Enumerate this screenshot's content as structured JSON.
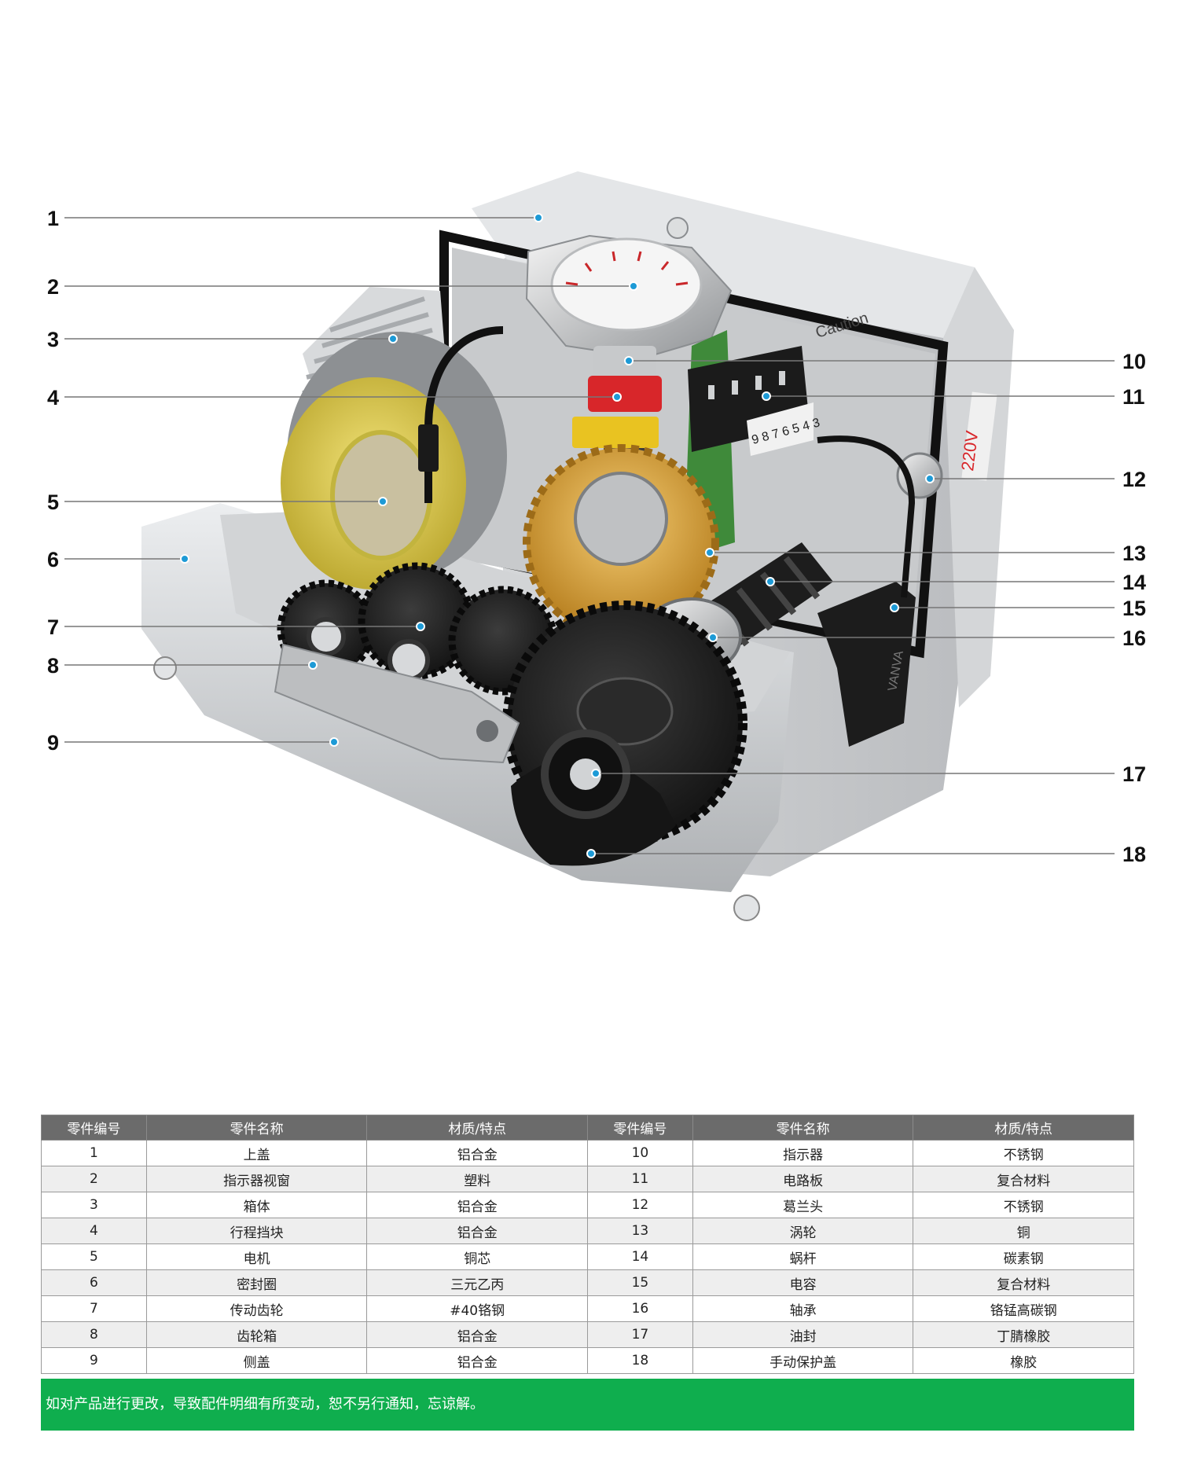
{
  "diagram": {
    "brand_text": "VANVA",
    "terminal_digits": "9 8 7 6 5 4 3",
    "caution_text": "Caution",
    "voltage_text": "220V",
    "callouts_left": [
      "1",
      "2",
      "3",
      "4",
      "5",
      "6",
      "7",
      "8",
      "9"
    ],
    "callouts_right": [
      "10",
      "11",
      "12",
      "13",
      "14",
      "15",
      "16",
      "17",
      "18"
    ],
    "colors": {
      "housing": "#c9cbcd",
      "gear_black": "#1e1e1e",
      "worm_gear_brass": "#d9a43a",
      "motor_coil_yellow": "#e2cf4d",
      "pcb_green": "#3f8a3a",
      "indicator_red": "#d8262a",
      "callout_dot": "#1d9ad6",
      "leader_line": "#777777"
    }
  },
  "table": {
    "headers": [
      "零件编号",
      "零件名称",
      "材质/特点",
      "零件编号",
      "零件名称",
      "材质/特点"
    ],
    "rows": [
      [
        "1",
        "上盖",
        "铝合金",
        "10",
        "指示器",
        "不锈钢"
      ],
      [
        "2",
        "指示器视窗",
        "塑料",
        "11",
        "电路板",
        "复合材料"
      ],
      [
        "3",
        "箱体",
        "铝合金",
        "12",
        "葛兰头",
        "不锈钢"
      ],
      [
        "4",
        "行程挡块",
        "铝合金",
        "13",
        "涡轮",
        "铜"
      ],
      [
        "5",
        "电机",
        "铜芯",
        "14",
        "蜗杆",
        "碳素钢"
      ],
      [
        "6",
        "密封圈",
        "三元乙丙",
        "15",
        "电容",
        "复合材料"
      ],
      [
        "7",
        "传动齿轮",
        "#40铬钢",
        "16",
        "轴承",
        "铬锰高碳钢"
      ],
      [
        "8",
        "齿轮箱",
        "铝合金",
        "17",
        "油封",
        "丁腈橡胶"
      ],
      [
        "9",
        "侧盖",
        "铝合金",
        "18",
        "手动保护盖",
        "橡胶"
      ]
    ]
  },
  "notice": {
    "text": "如对产品进行更改，导致配件明细有所变动，恕不另行通知，忘谅解。"
  }
}
